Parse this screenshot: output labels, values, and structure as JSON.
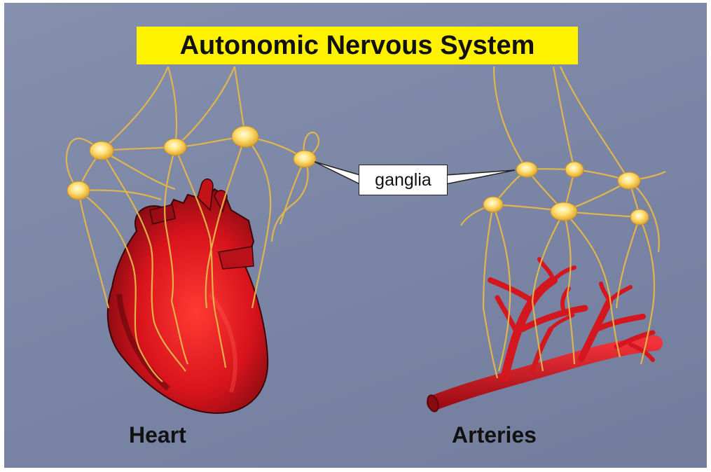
{
  "title": "Autonomic Nervous System",
  "callout": "ganglia",
  "labels": {
    "heart": "Heart",
    "arteries": "Arteries"
  },
  "colors": {
    "background": "#7f89a8",
    "title_band": "#fff200",
    "nerve": "#e6b84a",
    "ganglion": "#ffd84a",
    "organ": "#d9141e"
  }
}
